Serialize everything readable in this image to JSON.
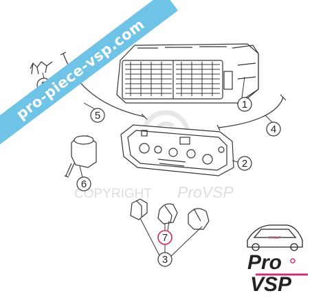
{
  "banner": {
    "text": "pro-piece-vsp.com",
    "color": "#6ec3e6"
  },
  "watermark": {
    "copyright": "COPYRIGHT",
    "brand": "ProVSP"
  },
  "logo": {
    "group": "GROUP",
    "line1": "Pro",
    "line2": "VSP",
    "accent": "#c8307a"
  },
  "callouts": {
    "c1": "1",
    "c2": "2",
    "c3": "3",
    "c4": "4",
    "c5": "5",
    "c6": "6",
    "c7": "7",
    "c8": "8"
  },
  "highlight_color": "#d9234f"
}
